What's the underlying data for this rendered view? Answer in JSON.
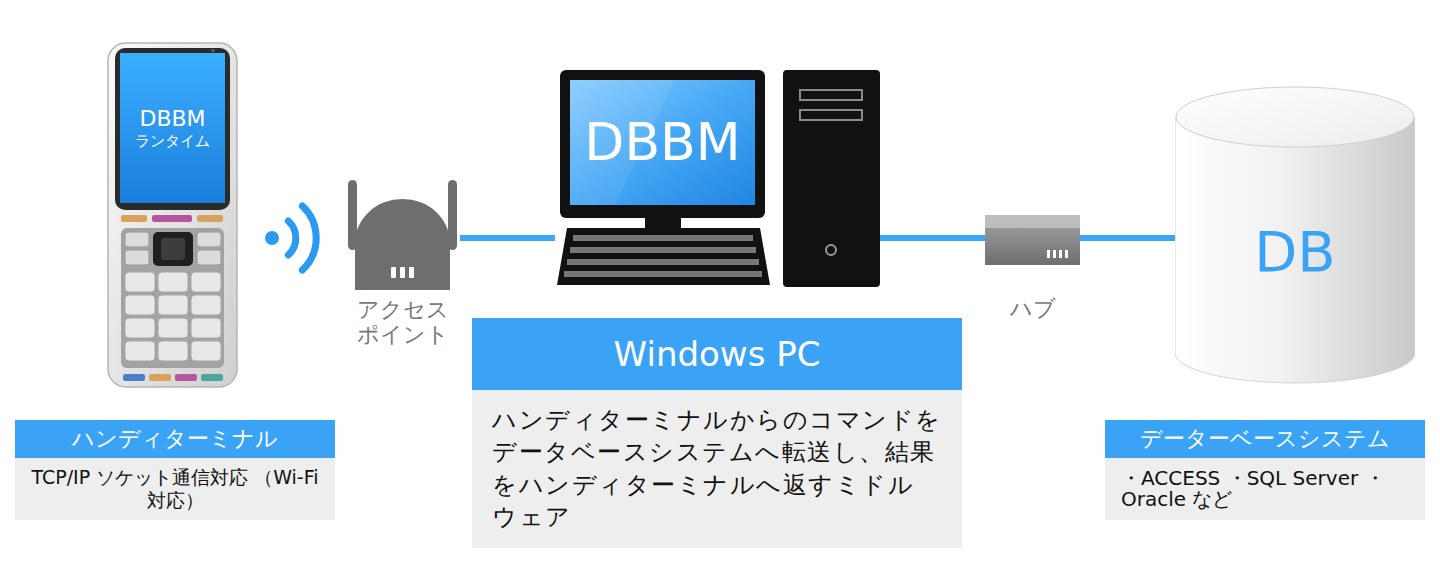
{
  "diagram": {
    "nodes": [
      {
        "text": [
          "DBBM",
          "ランタイム"
        ]
      },
      {
        "text": [
          "アクセス ポイント"
        ]
      },
      {
        "text": [
          "DBBM"
        ]
      },
      {
        "text": [
          "ハブ"
        ]
      },
      {
        "text": [
          "DB"
        ]
      },
      {
        "text": [
          "ハンディターミナル"
        ]
      },
      {
        "text": [
          "TCP/IP ソケット通信対応 （Wi-Fi 対応）"
        ]
      },
      {
        "text": [
          "Windows PC"
        ]
      },
      {
        "text": [
          "ハンディターミナルからのコマンドを データベースシステムへ転送し、結果 をハンディターミナルへ返すミドル ウェア"
        ]
      },
      {
        "text": [
          "データーベースシステム"
        ]
      },
      {
        "text": [
          "・ACCESS ・SQL Server ・Oracle など"
        ]
      }
    ],
    "edges": [
      {
        "from": 1,
        "to": 2,
        "arrow": "none"
      },
      {
        "from": 2,
        "to": 3,
        "arrow": "none"
      },
      {
        "from": 3,
        "to": 4,
        "arrow": "none"
      }
    ]
  }
}
